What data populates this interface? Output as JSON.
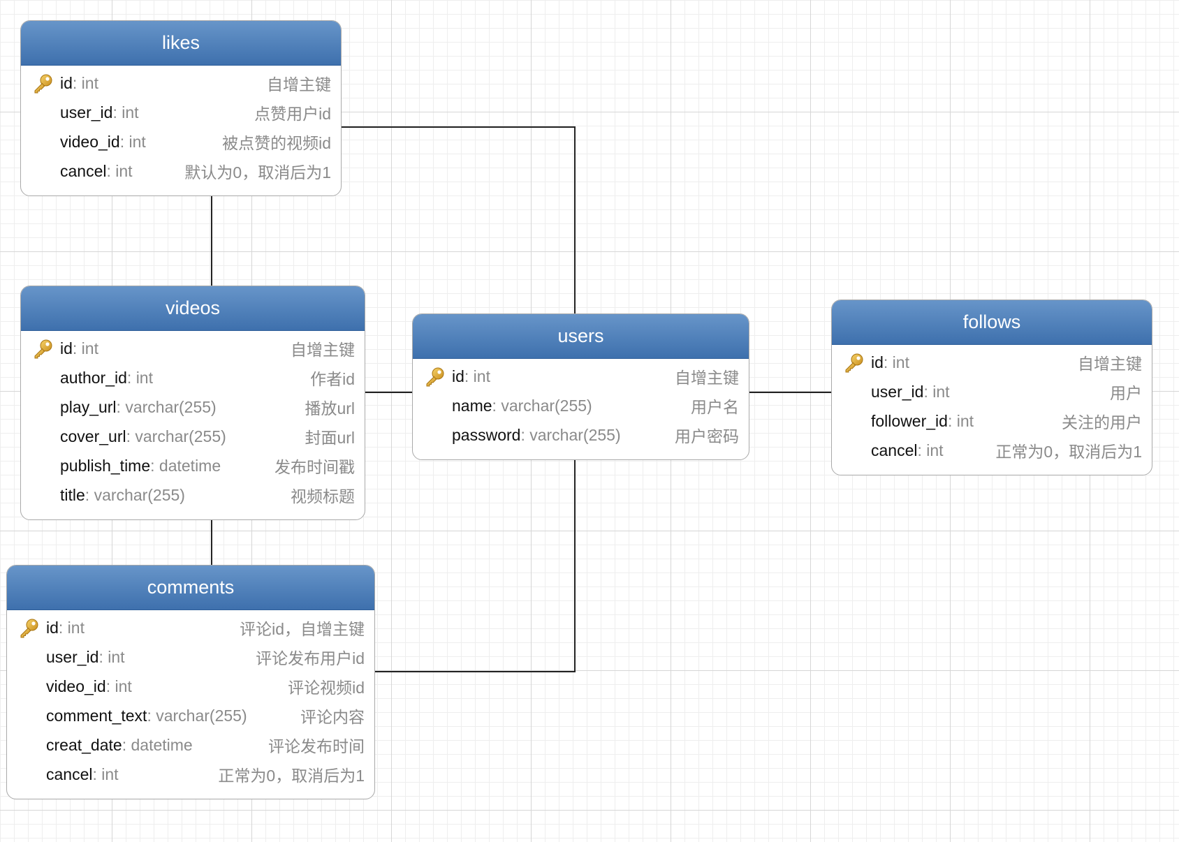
{
  "colors": {
    "header_top": "#6795c9",
    "header_bottom": "#3e70ad",
    "border": "#a9a9a9",
    "connector": "#222222",
    "key_icon": "#e6b53a"
  },
  "tables": {
    "likes": {
      "title": "likes",
      "columns": [
        {
          "name": "id",
          "type": ": int",
          "comment": "自增主键",
          "primary_key": true
        },
        {
          "name": "user_id",
          "type": ": int",
          "comment": "点赞用户id"
        },
        {
          "name": "video_id",
          "type": ": int",
          "comment": "被点赞的视频id"
        },
        {
          "name": "cancel",
          "type": ": int",
          "comment": "默认为0，取消后为1"
        }
      ]
    },
    "videos": {
      "title": "videos",
      "columns": [
        {
          "name": "id",
          "type": ": int",
          "comment": "自增主键",
          "primary_key": true
        },
        {
          "name": "author_id",
          "type": ": int",
          "comment": "作者id"
        },
        {
          "name": "play_url",
          "type": ": varchar(255)",
          "comment": "播放url"
        },
        {
          "name": "cover_url",
          "type": ": varchar(255)",
          "comment": "封面url"
        },
        {
          "name": "publish_time",
          "type": ": datetime",
          "comment": "发布时间戳"
        },
        {
          "name": "title",
          "type": ": varchar(255)",
          "comment": "视频标题"
        }
      ]
    },
    "comments": {
      "title": "comments",
      "columns": [
        {
          "name": "id",
          "type": ": int",
          "comment": "评论id，自增主键",
          "primary_key": true
        },
        {
          "name": "user_id",
          "type": ": int",
          "comment": "评论发布用户id"
        },
        {
          "name": "video_id",
          "type": ": int",
          "comment": "评论视频id"
        },
        {
          "name": "comment_text",
          "type": ": varchar(255)",
          "comment": "评论内容"
        },
        {
          "name": "creat_date",
          "type": ": datetime",
          "comment": "评论发布时间"
        },
        {
          "name": "cancel",
          "type": ": int",
          "comment": "正常为0，取消后为1"
        }
      ]
    },
    "users": {
      "title": "users",
      "columns": [
        {
          "name": "id",
          "type": ": int",
          "comment": "自增主键",
          "primary_key": true
        },
        {
          "name": "name",
          "type": ": varchar(255)",
          "comment": "用户名"
        },
        {
          "name": "password",
          "type": ": varchar(255)",
          "comment": "用户密码"
        }
      ]
    },
    "follows": {
      "title": "follows",
      "columns": [
        {
          "name": "id",
          "type": ": int",
          "comment": "自增主键",
          "primary_key": true
        },
        {
          "name": "user_id",
          "type": ": int",
          "comment": "用户"
        },
        {
          "name": "follower_id",
          "type": ": int",
          "comment": "关注的用户"
        },
        {
          "name": "cancel",
          "type": ": int",
          "comment": "正常为0，取消后为1"
        }
      ]
    }
  },
  "relationships": [
    {
      "from": "likes",
      "to": "users"
    },
    {
      "from": "likes",
      "to": "videos"
    },
    {
      "from": "videos",
      "to": "users"
    },
    {
      "from": "videos",
      "to": "comments"
    },
    {
      "from": "comments",
      "to": "users"
    },
    {
      "from": "users",
      "to": "follows"
    }
  ]
}
